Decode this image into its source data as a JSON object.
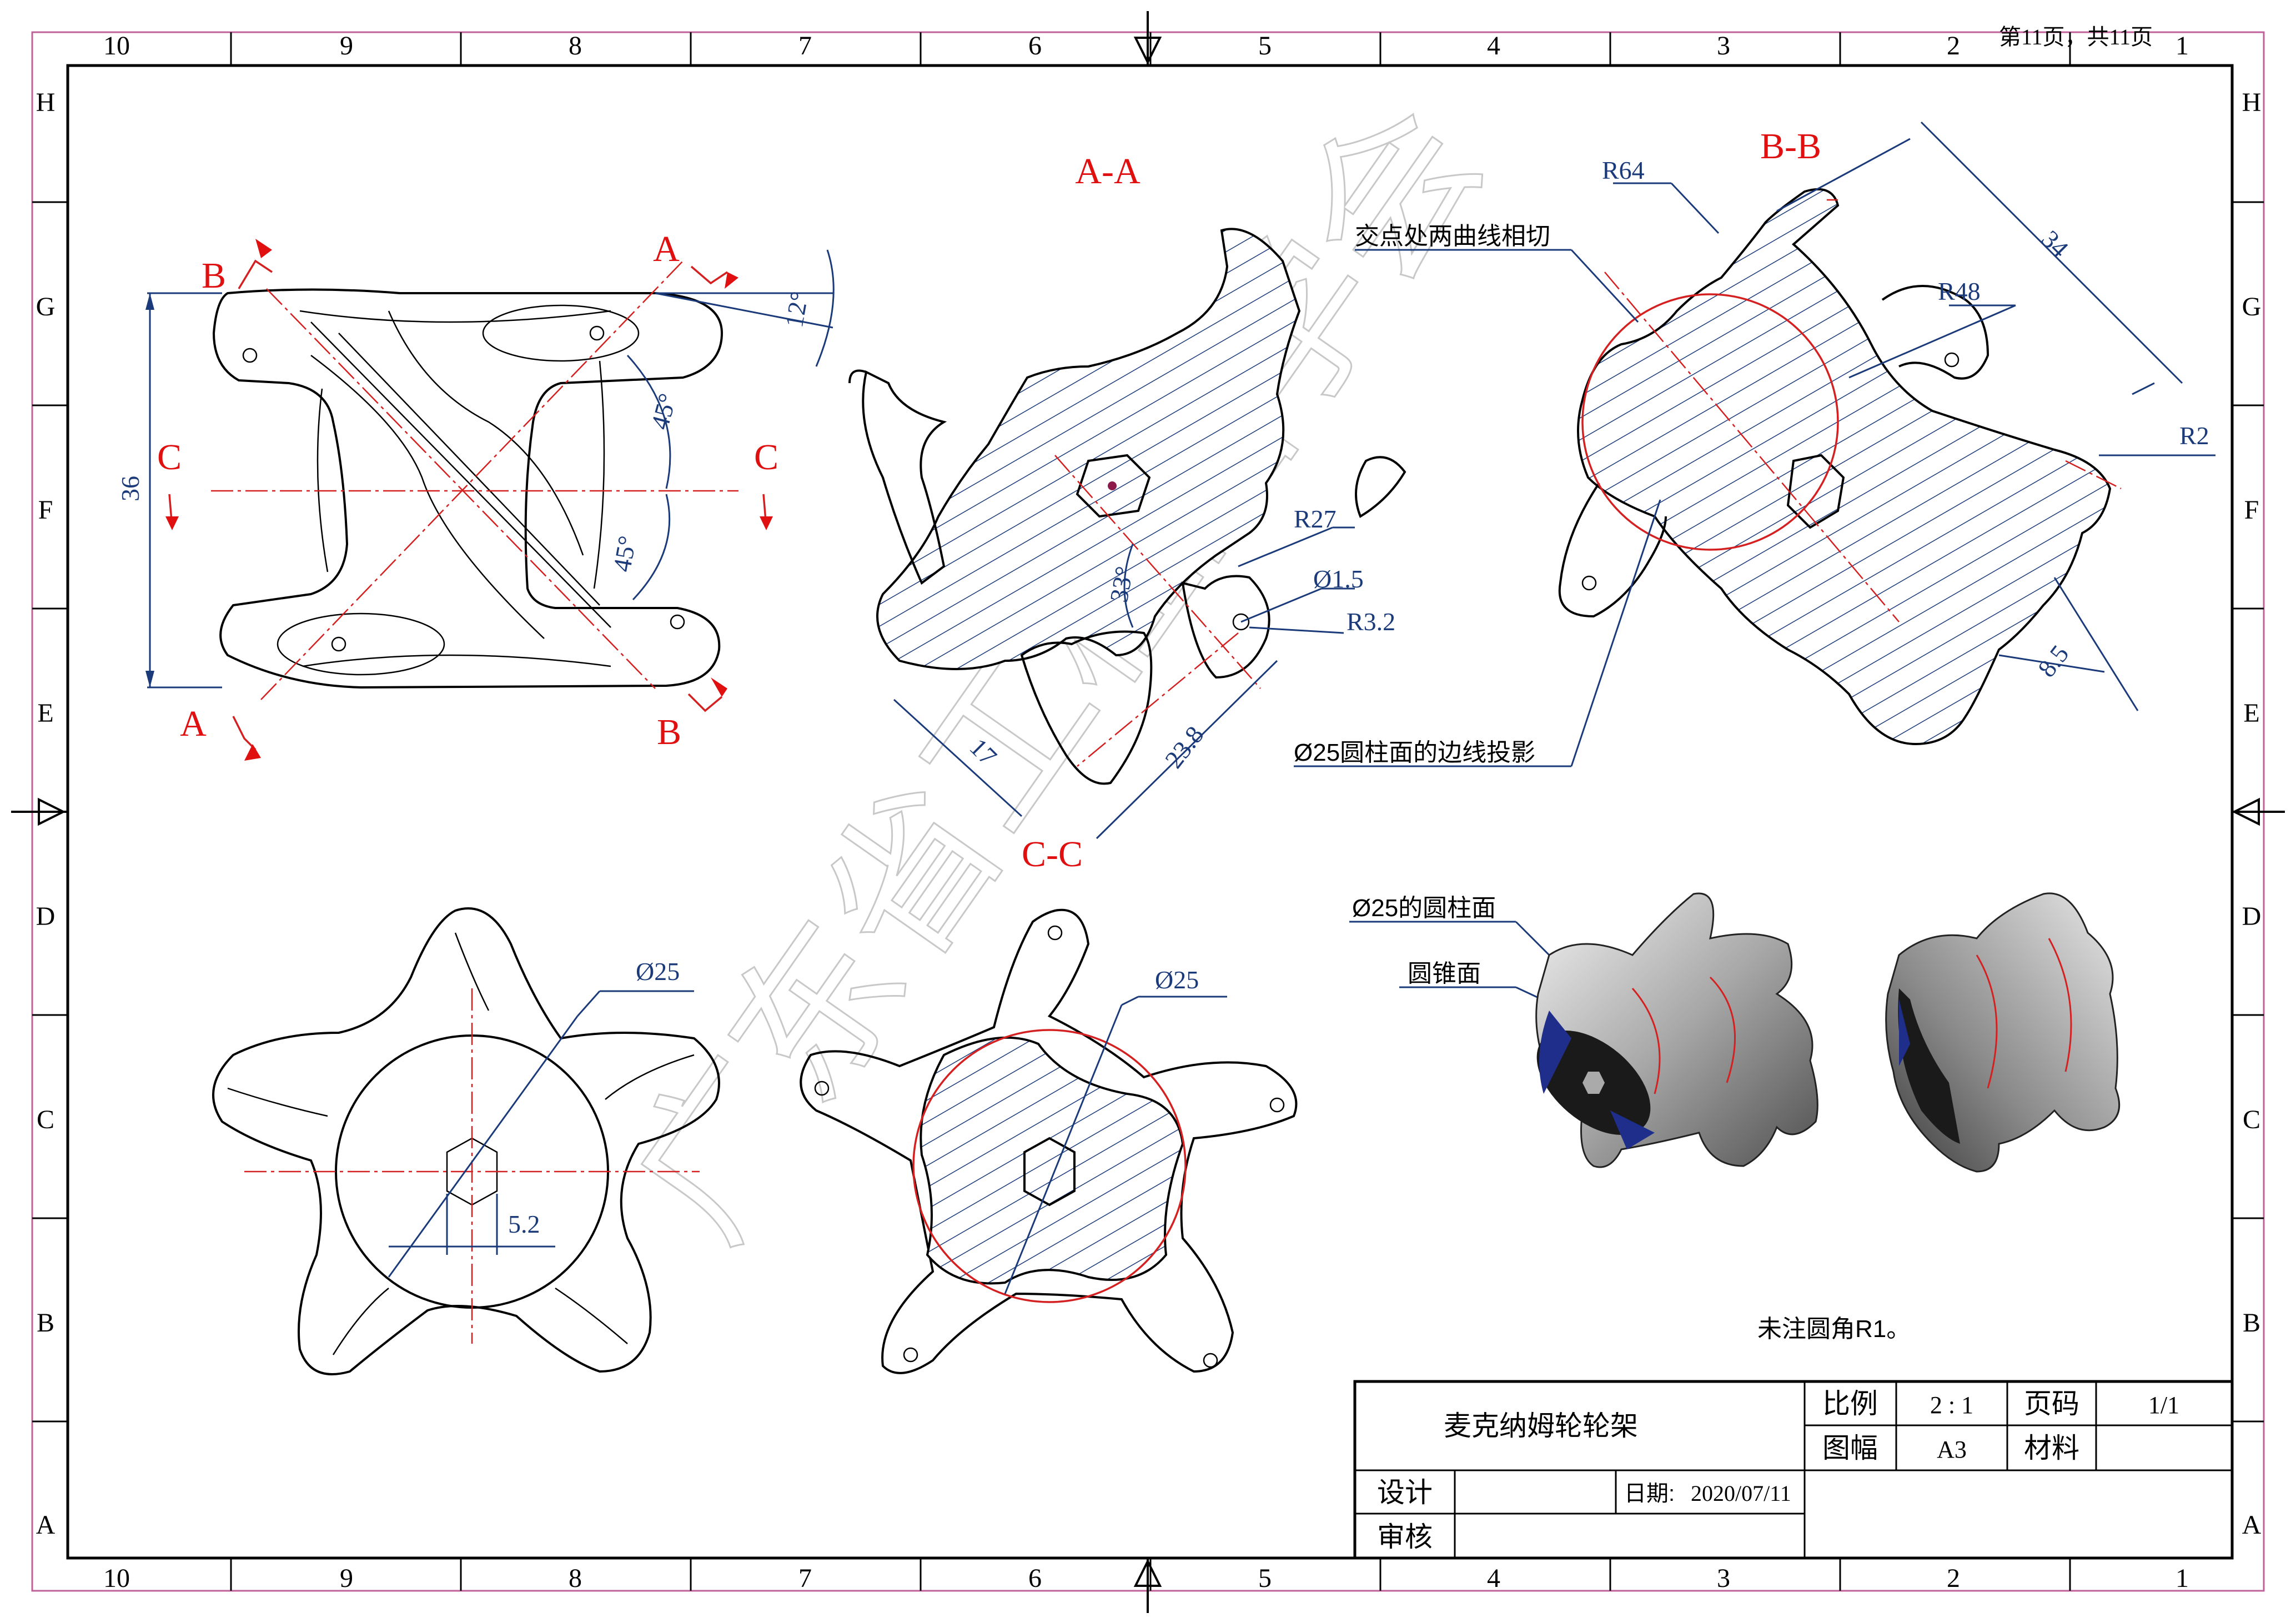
{
  "sheet": {
    "page_info": "第11页，共11页",
    "zones_columns": [
      "10",
      "9",
      "8",
      "7",
      "6",
      "5",
      "4",
      "3",
      "2",
      "1"
    ],
    "zones_rows": [
      "H",
      "G",
      "F",
      "E",
      "D",
      "C",
      "B",
      "A"
    ]
  },
  "sections": {
    "aa": "A-A",
    "bb": "B-B",
    "cc": "C-C",
    "a_top": "A",
    "a_bottom": "A",
    "b_top": "B",
    "b_bottom": "B",
    "c_left": "C",
    "c_right": "C"
  },
  "dimensions": {
    "d36": "36",
    "d12deg": "12°",
    "d45a": "45°",
    "d45b": "45°",
    "r27": "R27",
    "d15": "Ø1.5",
    "r32": "R3.2",
    "d33deg": "33°",
    "d17": "17",
    "d238": "23.8",
    "r64": "R64",
    "r48": "R48",
    "d34": "34",
    "r2": "R2",
    "d85": "8.5",
    "dia25_left": "Ø25",
    "d52": "5.2",
    "dia25_right": "Ø25"
  },
  "notes": {
    "tangent": "交点处两曲线相切",
    "edge_projection": "Ø25圆柱面的边线投影",
    "cyl_face": "Ø25的圆柱面",
    "cone_face": "圆锥面",
    "fillet": "未注圆角R1。"
  },
  "title_block": {
    "title": "麦克纳姆轮轮架",
    "scale_label": "比例",
    "scale_value": "2 : 1",
    "page_label": "页码",
    "page_value": "1/1",
    "format_label": "图幅",
    "format_value": "A3",
    "material_label": "材料",
    "material_value": "",
    "designer_label": "设计",
    "date_label": "日期:",
    "date_value": "2020/07/11",
    "reviewer_label": "审核"
  },
  "watermark": "广东省工程图学会",
  "colors": {
    "section_label": "#e01010",
    "dimension": "#1a3a7a",
    "centerline": "#d42020",
    "frame": "#c0609a"
  }
}
